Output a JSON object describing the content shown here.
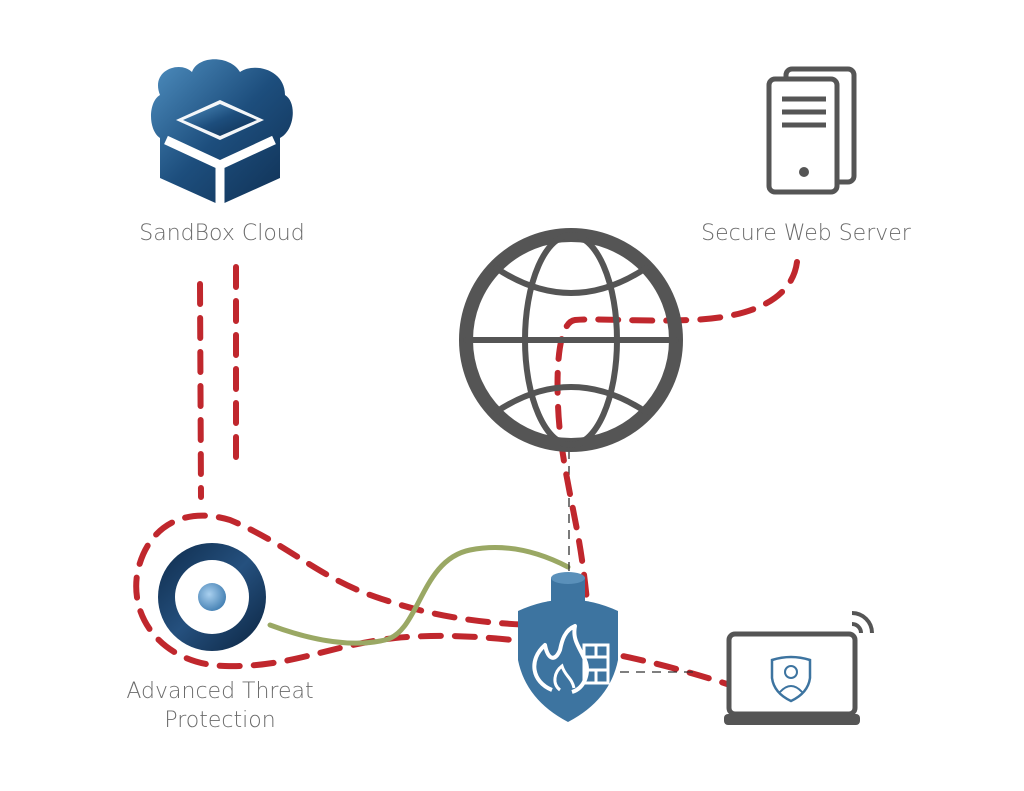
{
  "nodes": {
    "sandbox": {
      "label": "SandBox Cloud",
      "icon": "sandbox-cloud-icon"
    },
    "webserver": {
      "label": "Secure Web Server",
      "icon": "server-icon"
    },
    "internet": {
      "icon": "globe-icon"
    },
    "atp": {
      "label_line1": "Advanced Threat",
      "label_line2": "Protection",
      "icon": "atp-ring-icon"
    },
    "firewall": {
      "icon": "firewall-shield-icon"
    },
    "laptop": {
      "icon": "laptop-user-icon"
    }
  },
  "colors": {
    "dashed_path": "#c0272d",
    "green_path": "#9aa864",
    "icon_gray": "#555555",
    "firewall_blue": "#3d74a0",
    "label_text": "#6b6b6b"
  }
}
